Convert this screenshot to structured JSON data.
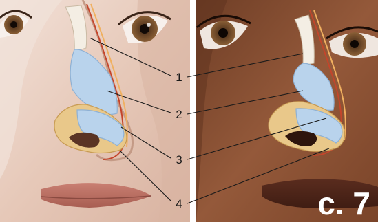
{
  "callouts": [
    "1",
    "2",
    "3",
    "4"
  ],
  "figure_badge": "c. 7",
  "colors": {
    "left_skin": "#e8cdbf",
    "right_skin": "#8a5136",
    "cartilage": "#b9d3ec",
    "fat_tissue": "#e9c88a",
    "blood_vessel": "#c4452b",
    "leader_line": "#1a1a1a",
    "badge_text": "#ffffff"
  }
}
